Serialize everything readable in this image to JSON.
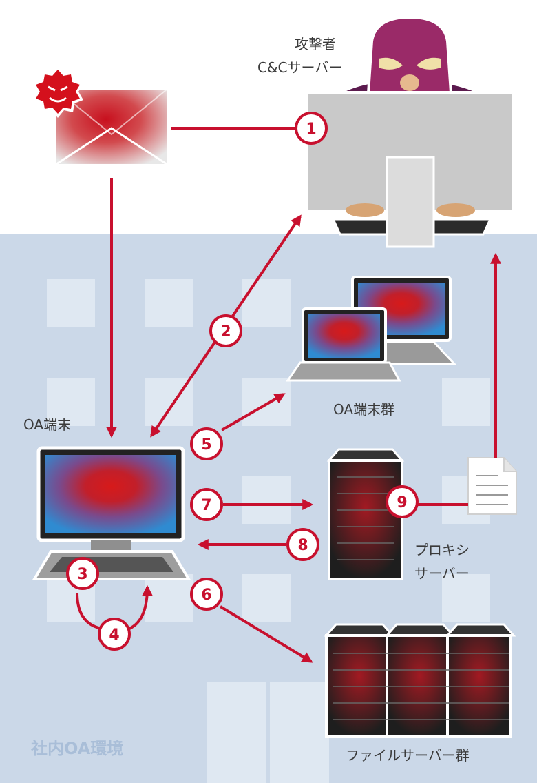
{
  "labels": {
    "attacker_line1": "攻撃者",
    "attacker_line2": "C&Cサーバー",
    "oa_terminal": "OA端末",
    "oa_group": "OA端末群",
    "proxy_line1": "プロキシ",
    "proxy_line2": "サーバー",
    "file_servers": "ファイルサーバー群",
    "environment": "社内OA環境"
  },
  "steps": [
    "1",
    "2",
    "3",
    "4",
    "5",
    "6",
    "7",
    "8",
    "9"
  ],
  "colors": {
    "accent": "#c8102e",
    "environment_bg": "#cbd8e8",
    "environment_text": "#a9bed8"
  }
}
